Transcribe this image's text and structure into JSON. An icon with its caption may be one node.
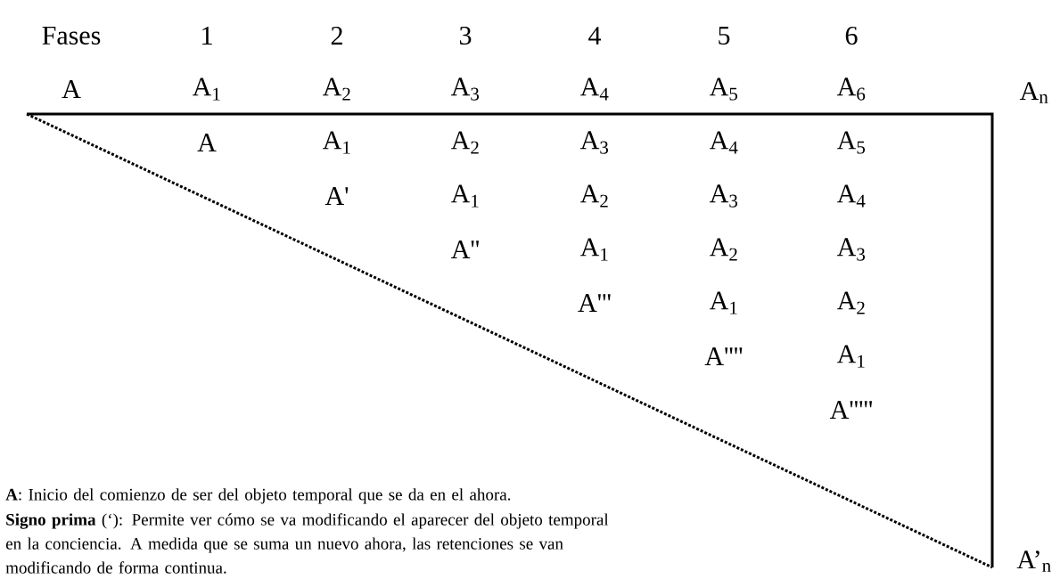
{
  "diagram": {
    "labels": [
      "Fases",
      "1",
      "2",
      "3",
      "4",
      "5",
      "6",
      "A",
      "A$_{1}$",
      "A$_{2}$",
      "A$_{3}$",
      "A$_{4}$",
      "A$_{5}$",
      "A$_{6}$",
      "A$_{n}$",
      "A",
      "A$_{1}$",
      "A$_{2}$",
      "A$_{3}$",
      "A$_{4}$",
      "A$_{5}$",
      "A'",
      "A$_{1}$",
      "A$_{2}$",
      "A$_{3}$",
      "A$_{4}$",
      "A''",
      "A$_{1}$",
      "A$_{2}$",
      "A$_{3}$",
      "A'''",
      "A$_{1}$",
      "A$_{2}$",
      "A''''",
      "A$_{1}$",
      "A'''''",
      "A’$_{n}$",
      "**A**: Inicio del comienzo de ser del objeto temporal que se da en el ahora.",
      "**Signo prima** (‘): Permite ver cómo se va modificando el aparecer del objeto temporal en la conciencia. A medida que se suma un nuevo ahora, las retenciones se van modificando de forma continua."
    ]
  }
}
